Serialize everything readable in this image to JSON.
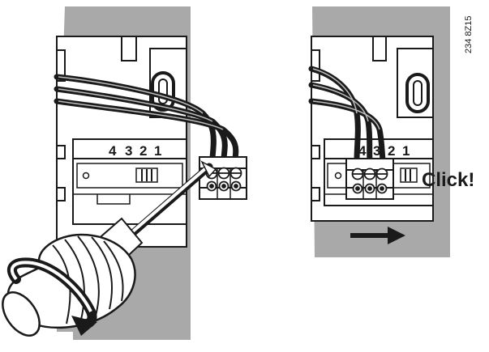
{
  "diagram": {
    "terminal_numbers": [
      "4",
      "3",
      "2",
      "1"
    ],
    "click_label": "Click!",
    "figure_code": "234 8Z15",
    "colors": {
      "wall": "#a9a9a9",
      "plate": "#ffffff",
      "outline": "#1a1a1a",
      "cable": "#1a1a1a"
    },
    "icons": [
      "screwdriver-icon",
      "rotation-arrow-icon",
      "direction-arrow-icon"
    ]
  }
}
